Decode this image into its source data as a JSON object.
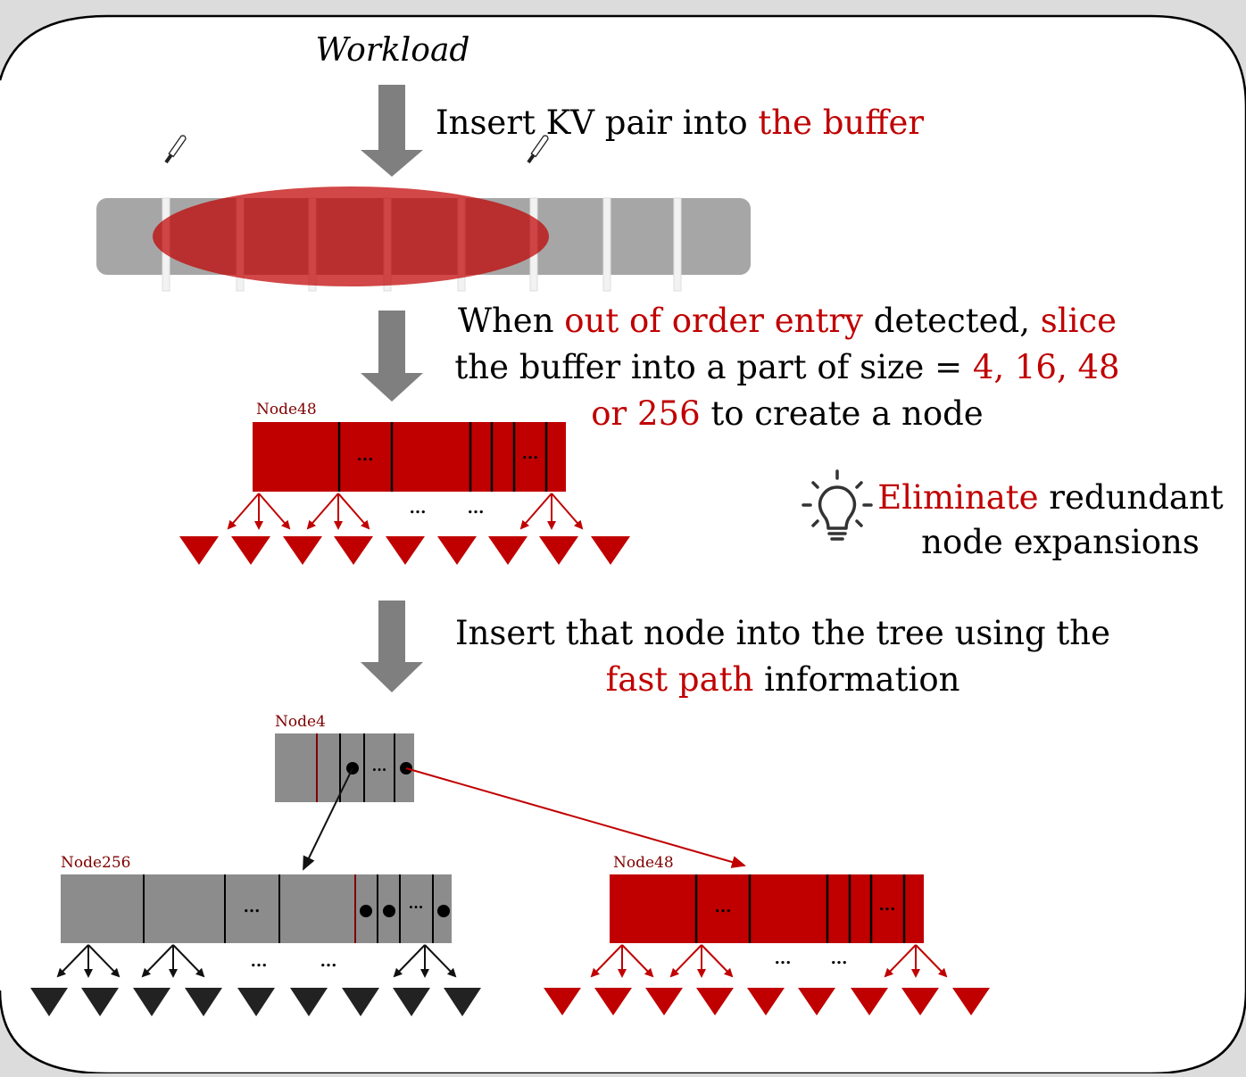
{
  "title": "Workload",
  "steps": [
    {
      "parts": [
        {
          "t": "Insert KV pair into ",
          "hl": false
        },
        {
          "t": "the buffer",
          "hl": true
        }
      ]
    },
    {
      "lines": [
        [
          {
            "t": "When ",
            "hl": false
          },
          {
            "t": "out of order entry",
            "hl": true
          },
          {
            "t": " detected, ",
            "hl": false
          },
          {
            "t": "slice",
            "hl": true
          }
        ],
        [
          {
            "t": "the buffer into a part of size = ",
            "hl": false
          },
          {
            "t": "4, 16, 48",
            "hl": true
          }
        ],
        [
          {
            "t": "or 256",
            "hl": true
          },
          {
            "t": " to create a node",
            "hl": false
          }
        ]
      ]
    },
    {
      "lines": [
        [
          {
            "t": "Insert that node into the tree using the",
            "hl": false
          }
        ],
        [
          {
            "t": "fast path",
            "hl": true
          },
          {
            "t": " information",
            "hl": false
          }
        ]
      ]
    }
  ],
  "tip": {
    "icon": "lightbulb-icon",
    "line1": [
      {
        "t": "Eliminate",
        "hl": true
      },
      {
        "t": " redundant",
        "hl": false
      }
    ],
    "line2": "node expansions"
  },
  "nodes": {
    "sliced_node_label": "Node48",
    "root_node_label": "Node4",
    "left_child_label": "Node256",
    "right_child_label": "Node48"
  },
  "ellipsis": "...",
  "colors": {
    "accent": "#c00000",
    "gray": "#8c8c8c",
    "buffer": "#a6a6a6",
    "arrow": "#7f7f7f"
  }
}
